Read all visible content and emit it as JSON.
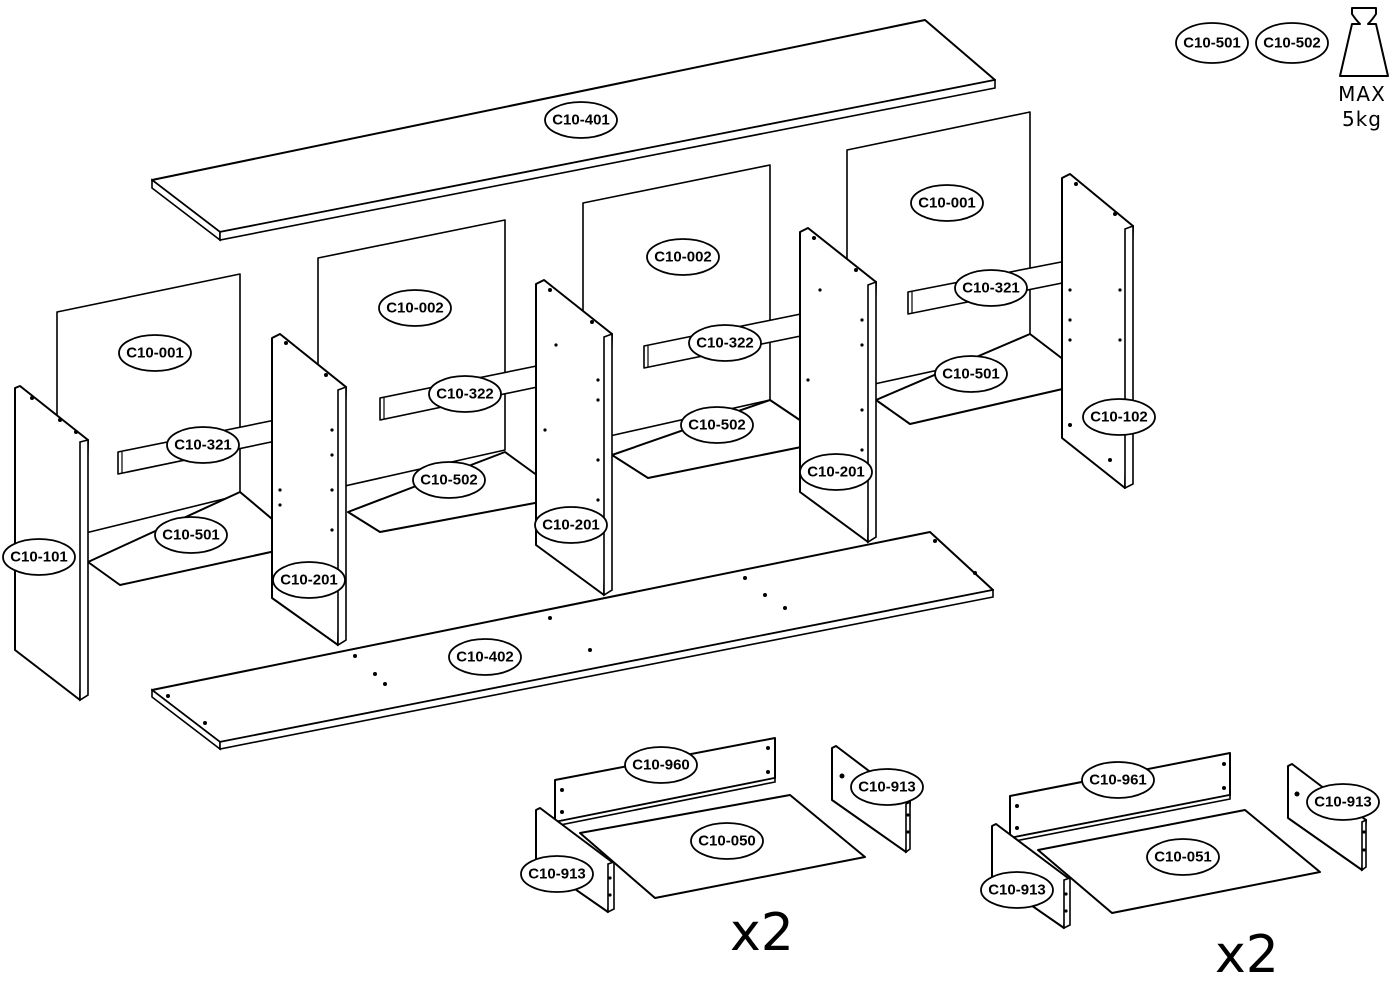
{
  "parts": {
    "top_panel": "C10-401",
    "bottom_panel": "C10-402",
    "back_left": "C10-001",
    "back_right": "C10-001",
    "back_mid_left": "C10-002",
    "back_mid_right": "C10-002",
    "rail_left": "C10-321",
    "rail_right": "C10-321",
    "rail_mid_left": "C10-322",
    "rail_mid_right": "C10-322",
    "shelf_left": "C10-501",
    "shelf_right": "C10-501",
    "shelf_mid_left": "C10-502",
    "shelf_mid_right": "C10-502",
    "side_left": "C10-101",
    "side_right": "C10-102",
    "divider_1": "C10-201",
    "divider_2": "C10-201",
    "divider_3": "C10-201",
    "drawer1_front": "C10-960",
    "drawer1_bottom": "C10-050",
    "drawer1_side_left": "C10-913",
    "drawer1_side_right": "C10-913",
    "drawer2_front": "C10-961",
    "drawer2_bottom": "C10-051",
    "drawer2_side_left": "C10-913",
    "drawer2_side_right": "C10-913"
  },
  "quantities": {
    "drawer1": "x2",
    "drawer2": "x2"
  },
  "weight_limit": {
    "parts": [
      "C10-501",
      "C10-502"
    ],
    "line1": "MAX",
    "line2": "5kg",
    "icon": "weight-icon"
  }
}
